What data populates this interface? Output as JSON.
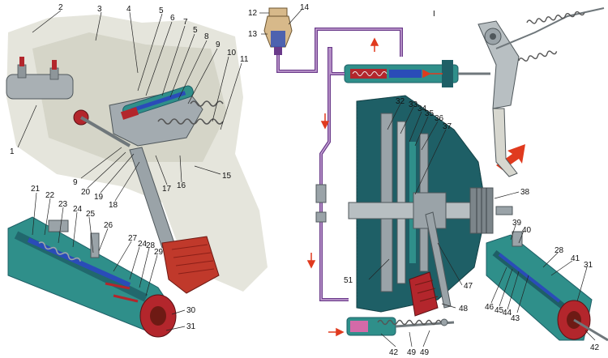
{
  "figure": {
    "section_marker": "I",
    "colors": {
      "background": "#ffffff",
      "engine_silhouette": "#d8d8cc",
      "steel": "#9aa3a8",
      "steel_dark": "#5f686d",
      "cutaway_teal": "#2f8f8a",
      "cutaway_dark": "#1e5f66",
      "fluid_blue": "#2a4cb8",
      "pipe_purple": "#6a3a8a",
      "rubber_red": "#b3262c",
      "pedal_pad": "#c0392b",
      "arrow_red": "#e03a1e",
      "reservoir_tan": "#d7b98a"
    }
  },
  "labels": [
    {
      "id": "l1",
      "text": "1"
    },
    {
      "id": "l2",
      "text": "2"
    },
    {
      "id": "l3",
      "text": "3"
    },
    {
      "id": "l4",
      "text": "4"
    },
    {
      "id": "l5a",
      "text": "5"
    },
    {
      "id": "l6",
      "text": "6"
    },
    {
      "id": "l7",
      "text": "7"
    },
    {
      "id": "l5b",
      "text": "5"
    },
    {
      "id": "l8",
      "text": "8"
    },
    {
      "id": "l9a",
      "text": "9"
    },
    {
      "id": "l10",
      "text": "10"
    },
    {
      "id": "l11",
      "text": "11"
    },
    {
      "id": "l9b",
      "text": "9"
    },
    {
      "id": "l20",
      "text": "20"
    },
    {
      "id": "l19",
      "text": "19"
    },
    {
      "id": "l18",
      "text": "18"
    },
    {
      "id": "l17",
      "text": "17"
    },
    {
      "id": "l16",
      "text": "16"
    },
    {
      "id": "l15",
      "text": "15"
    },
    {
      "id": "l21",
      "text": "21"
    },
    {
      "id": "l22",
      "text": "22"
    },
    {
      "id": "l23",
      "text": "23"
    },
    {
      "id": "l24a",
      "text": "24"
    },
    {
      "id": "l25",
      "text": "25"
    },
    {
      "id": "l26",
      "text": "26"
    },
    {
      "id": "l27",
      "text": "27"
    },
    {
      "id": "l24b",
      "text": "24"
    },
    {
      "id": "l28a",
      "text": "28"
    },
    {
      "id": "l29",
      "text": "29"
    },
    {
      "id": "l30",
      "text": "30"
    },
    {
      "id": "l31a",
      "text": "31"
    },
    {
      "id": "l12",
      "text": "12"
    },
    {
      "id": "l13",
      "text": "13"
    },
    {
      "id": "l14",
      "text": "14"
    },
    {
      "id": "l32",
      "text": "32"
    },
    {
      "id": "l33",
      "text": "33"
    },
    {
      "id": "l34",
      "text": "34"
    },
    {
      "id": "l35",
      "text": "35"
    },
    {
      "id": "l36",
      "text": "36"
    },
    {
      "id": "l37",
      "text": "37"
    },
    {
      "id": "l38",
      "text": "38"
    },
    {
      "id": "l39",
      "text": "39"
    },
    {
      "id": "l40",
      "text": "40"
    },
    {
      "id": "l28b",
      "text": "28"
    },
    {
      "id": "l41",
      "text": "41"
    },
    {
      "id": "l31b",
      "text": "31"
    },
    {
      "id": "l46",
      "text": "46"
    },
    {
      "id": "l45",
      "text": "45"
    },
    {
      "id": "l44",
      "text": "44"
    },
    {
      "id": "l43",
      "text": "43"
    },
    {
      "id": "l42a",
      "text": "42"
    },
    {
      "id": "l51",
      "text": "51"
    },
    {
      "id": "l47",
      "text": "47"
    },
    {
      "id": "l48",
      "text": "48"
    },
    {
      "id": "l42b",
      "text": "42"
    },
    {
      "id": "l49a",
      "text": "49"
    },
    {
      "id": "l49b",
      "text": "49"
    }
  ]
}
